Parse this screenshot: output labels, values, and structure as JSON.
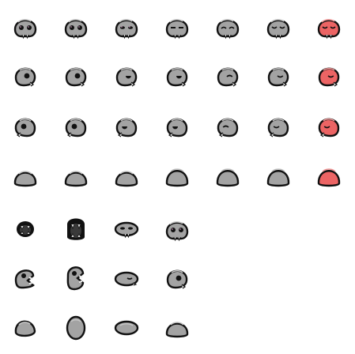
{
  "palette": {
    "body": "#a3a3a3",
    "body_shade": "#7e7e7e",
    "body_highlight": "#c6c6c6",
    "red": "#ec6464",
    "red_shade": "#c24848",
    "outline": "#111111",
    "eye_pink": "#e7a6d6",
    "background": "#ffffff"
  },
  "rows": [
    {
      "name": "front-heads",
      "frames": [
        {
          "pose": "front-eyes-open",
          "color": "gray"
        },
        {
          "pose": "front-eyes-open",
          "color": "gray"
        },
        {
          "pose": "front-half-closed",
          "color": "gray"
        },
        {
          "pose": "front-squint",
          "color": "gray"
        },
        {
          "pose": "front-closed",
          "color": "gray"
        },
        {
          "pose": "front-smile",
          "color": "gray"
        },
        {
          "pose": "front-smile",
          "color": "red"
        }
      ]
    },
    {
      "name": "side-heads-right",
      "frames": [
        {
          "pose": "side-open",
          "color": "gray"
        },
        {
          "pose": "side-open",
          "color": "gray"
        },
        {
          "pose": "side-half",
          "color": "gray"
        },
        {
          "pose": "side-half",
          "color": "gray"
        },
        {
          "pose": "side-closing",
          "color": "gray"
        },
        {
          "pose": "side-closed",
          "color": "gray"
        },
        {
          "pose": "side-closed",
          "color": "red"
        }
      ]
    },
    {
      "name": "side-heads-left",
      "frames": [
        {
          "pose": "side-open",
          "color": "gray",
          "flip": true
        },
        {
          "pose": "side-open",
          "color": "gray",
          "flip": true
        },
        {
          "pose": "side-half",
          "color": "gray",
          "flip": true
        },
        {
          "pose": "side-half",
          "color": "gray",
          "flip": true
        },
        {
          "pose": "side-closing",
          "color": "gray",
          "flip": true
        },
        {
          "pose": "side-closed",
          "color": "gray",
          "flip": true
        },
        {
          "pose": "side-closed",
          "color": "red",
          "flip": true
        }
      ]
    },
    {
      "name": "back-heads",
      "frames": [
        {
          "pose": "back",
          "color": "gray"
        },
        {
          "pose": "back",
          "color": "gray"
        },
        {
          "pose": "back",
          "color": "gray"
        },
        {
          "pose": "back-tall",
          "color": "gray"
        },
        {
          "pose": "back-tall",
          "color": "gray"
        },
        {
          "pose": "back-tall",
          "color": "gray"
        },
        {
          "pose": "back-tall",
          "color": "red"
        }
      ]
    },
    {
      "name": "attack-front",
      "frames": [
        {
          "pose": "front-mouth-open",
          "color": "gray"
        },
        {
          "pose": "front-mouth-wide",
          "color": "gray"
        },
        {
          "pose": "front-squashed",
          "color": "gray"
        },
        {
          "pose": "front-eyes-open",
          "color": "gray"
        }
      ]
    },
    {
      "name": "attack-side",
      "frames": [
        {
          "pose": "side-mouth-open",
          "color": "gray"
        },
        {
          "pose": "side-mouth-wide",
          "color": "gray"
        },
        {
          "pose": "side-squashed",
          "color": "gray"
        },
        {
          "pose": "side-open",
          "color": "gray"
        }
      ]
    },
    {
      "name": "attack-back",
      "frames": [
        {
          "pose": "back-lean",
          "color": "gray"
        },
        {
          "pose": "back-stretched",
          "color": "gray"
        },
        {
          "pose": "back-squashed",
          "color": "gray"
        },
        {
          "pose": "back",
          "color": "gray"
        }
      ]
    }
  ]
}
